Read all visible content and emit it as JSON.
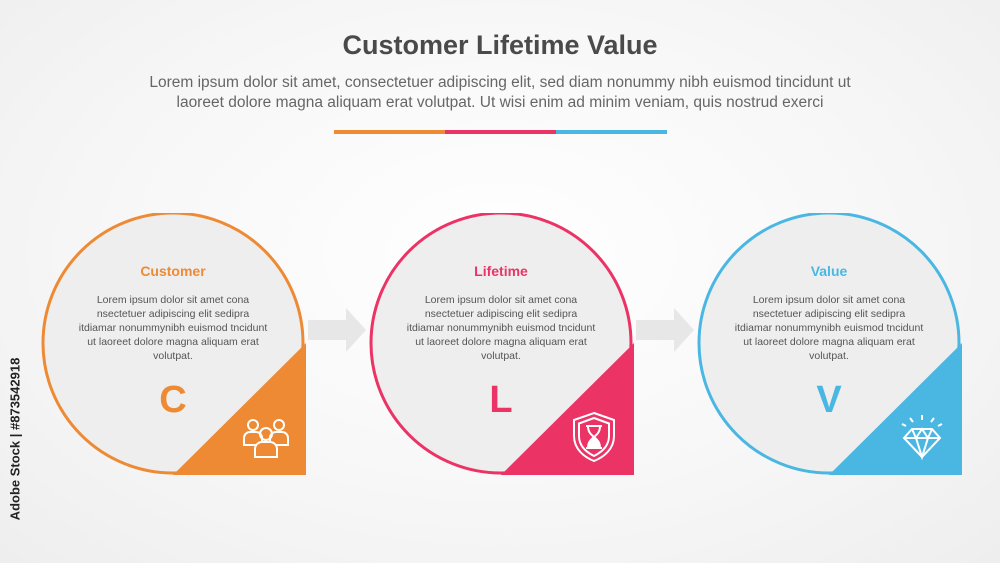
{
  "header": {
    "title": "Customer Lifetime Value",
    "subtitle_line1": "Lorem ipsum dolor sit amet, consectetuer adipiscing elit, sed diam nonummy nibh euismod tincidunt ut",
    "subtitle_line2": "laoreet dolore magna aliquam erat volutpat. Ut wisi enim ad minim veniam, quis nostrud exerci"
  },
  "divider_colors": [
    "#ee8a34",
    "#ec3366",
    "#4ab7e3"
  ],
  "steps": [
    {
      "title": "Customer",
      "letter": "C",
      "color": "#ee8a34",
      "icon": "people-group-icon",
      "body": "Lorem ipsum dolor sit amet cona nsectetuer adipiscing elit sedipra itdiamar nonummynibh euismod tncidunt ut laoreet dolore magna aliquam erat volutpat."
    },
    {
      "title": "Lifetime",
      "letter": "L",
      "color": "#ec3366",
      "icon": "hourglass-shield-icon",
      "body": "Lorem ipsum dolor sit amet cona nsectetuer adipiscing elit sedipra itdiamar nonummynibh euismod tncidunt ut laoreet dolore magna aliquam erat volutpat."
    },
    {
      "title": "Value",
      "letter": "V",
      "color": "#4ab7e3",
      "icon": "diamond-icon",
      "body": "Lorem ipsum dolor sit amet cona nsectetuer adipiscing elit sedipra itdiamar nonummynibh euismod tncidunt ut laoreet dolore magna aliquam erat volutpat."
    }
  ],
  "watermark": "Adobe Stock | #873542918"
}
